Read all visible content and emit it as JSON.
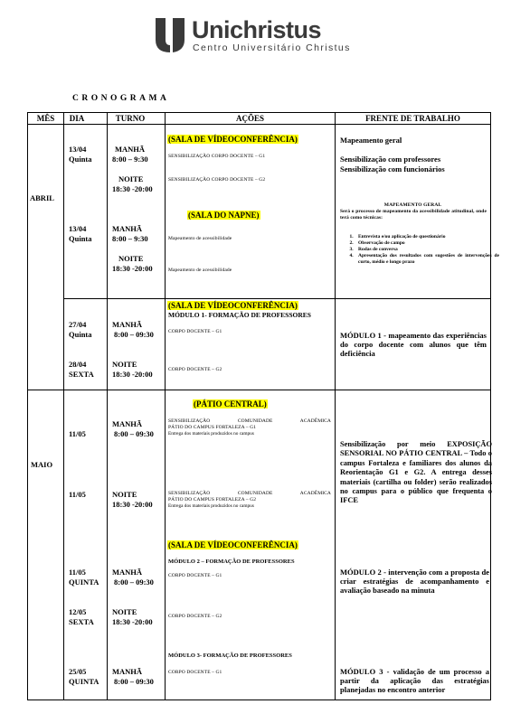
{
  "header": {
    "logo_name": "Unichristus",
    "logo_subtitle": "Centro Universitário Christus",
    "document_title": "CRONOGRAMA",
    "brand_color": "#3a3a3a"
  },
  "table": {
    "headers": [
      "MÊS",
      "DIA",
      "TURNO",
      "AÇÕES",
      "FRENTE DE TRABALHO"
    ],
    "abril": {
      "month": "ABRIL",
      "b1": {
        "day": "13/04",
        "weekday": "Quinta",
        "shift1": "MANHÃ",
        "time1": "8:00 – 9:30",
        "shift2": "NOITE",
        "time2": "18:30 -20:00",
        "location": "(SALA DE VÍDEOCONFERÊNCIA)",
        "action1": "SENSIBILIZAÇÃO CORPO DOCENTE – G1",
        "action2": "SENSIBILIZAÇÃO CORPO DOCENTE – G2",
        "front1": "Mapeamento geral",
        "front2": "Sensibilização com professores",
        "front3": "Sensibilização com funcionários"
      },
      "b2": {
        "day": "13/04",
        "weekday": "Quinta",
        "shift1": "MANHÃ",
        "time1": "8:00 – 9:30",
        "shift2": "NOITE",
        "time2": "18:30 -20:00",
        "location": "(SALA DO NAPNE)",
        "action1": "Mapeamento de acessibilidade",
        "action2": "Mapeamento de acessibilidade",
        "front_title": "MAPEAMENTO GERAL",
        "front_intro": "Será o processo de mapeamento da acessibilidade atitudinal, onde terá como técnicas:",
        "steps": [
          "Entrevista e/ou aplicação de questionário",
          "Observação de campo",
          "Rodas de conversa",
          "Apresentação dos resultados com sugestões de intervenções de curto, médio e longo prazo"
        ]
      },
      "b3": {
        "location": "(SALA DE VÍDEOCONFERÊNCIA)",
        "module": "MÓDULO 1- FORMAÇÃO DE PROFESSORES",
        "day1": "27/04",
        "weekday1": "Quinta",
        "shift1": "MANHÃ",
        "time1": "8:00 – 09:30",
        "action1": "CORPO DOCENTE – G1",
        "day2": "28/04",
        "weekday2": "SEXTA",
        "shift2": "NOITE",
        "time2": "18:30 -20:00",
        "action2": "CORPO DOCENTE – G2",
        "front": "MÓDULO 1 - mapeamento das experiências do corpo docente com alunos que têm deficiência"
      }
    },
    "maio": {
      "month": "MAIO",
      "b1": {
        "location": "(PÁTIO CENTRAL)",
        "day1": "11/05",
        "shift1": "MANHÃ",
        "time1": "8:00 – 09:30",
        "action1_l1": "SENSIBILIZAÇÃO COMUNIDADE ACADÊMICA",
        "action1_l2": "PÁTIO DO CAMPUS FORTALEZA – G1",
        "action1_l3": "Entrega dos materiais produzidos no campus",
        "day2": "11/05",
        "shift2": "NOITE",
        "time2": "18:30 -20:00",
        "action2_l1": "SENSIBILIZAÇÃO COMUNIDADE ACADÊMICA",
        "action2_l2": "PÁTIO DO CAMPUS FORTALEZA – G2",
        "action2_l3": "Entrega dos materiais produzidos no campus",
        "front": "Sensibilização por meio EXPOSIÇÃO SENSORIAL NO PÁTIO CENTRAL – Todo o campus Fortaleza e familiares dos alunos da Reorientação G1 e G2. A entrega desses materiais (cartilha ou folder) serão realizados no campus para o público que frequenta o IFCE"
      },
      "b2": {
        "location": "(SALA DE VÍDEOCONFERÊNCIA)",
        "module": "MÓDULO 2 – FORMAÇÃO DE PROFESSORES",
        "day1": "11/05",
        "weekday1": "QUINTA",
        "shift1": "MANHÃ",
        "time1": "8:00 – 09:30",
        "action1": "CORPO DOCENTE – G1",
        "day2": "12/05",
        "weekday2": "SEXTA",
        "shift2": "NOITE",
        "time2": "18:30 -20:00",
        "action2": "CORPO DOCENTE – G2",
        "front": "MÓDULO 2 - intervenção com a proposta de criar estratégias de acompanhamento e avaliação baseado na minuta"
      },
      "b3": {
        "module": "MÓDULO 3- FORMAÇÃO DE PROFESSORES",
        "day": "25/05",
        "weekday": "QUINTA",
        "shift": "MANHÃ",
        "time": "8:00 – 09:30",
        "action": "CORPO DOCENTE – G1",
        "front": "MÓDULO 3 - validação de um processo a partir da aplicação das estratégias planejadas no encontro anterior"
      }
    }
  }
}
